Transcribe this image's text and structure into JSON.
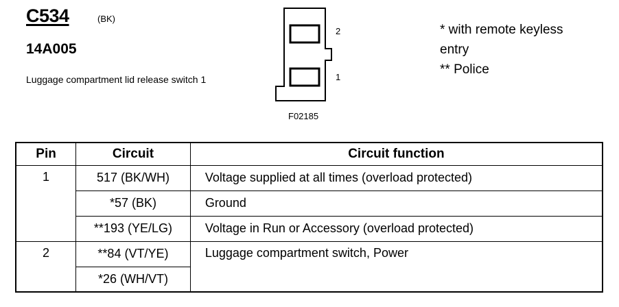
{
  "header": {
    "connector_id": "C534",
    "color_code": "(BK)",
    "part_number": "14A005",
    "description": "Luggage compartment lid release switch 1"
  },
  "diagram": {
    "pin_top": "2",
    "pin_bottom": "1",
    "figure_id": "F02185"
  },
  "notes": [
    "* with remote keyless",
    "entry",
    "** Police"
  ],
  "table": {
    "headers": {
      "pin": "Pin",
      "circuit": "Circuit",
      "function": "Circuit function"
    },
    "groups": [
      {
        "pin": "1",
        "rows": [
          {
            "circuit": "517 (BK/WH)",
            "function": "Voltage supplied at all times (overload protected)"
          },
          {
            "circuit": "*57 (BK)",
            "function": "Ground"
          },
          {
            "circuit": "**193 (YE/LG)",
            "function": "Voltage in Run or Accessory (overload protected)"
          }
        ]
      },
      {
        "pin": "2",
        "function": "Luggage compartment switch, Power",
        "rows": [
          {
            "circuit": "**84 (VT/YE)"
          },
          {
            "circuit": "*26 (WH/VT)"
          }
        ]
      }
    ]
  }
}
